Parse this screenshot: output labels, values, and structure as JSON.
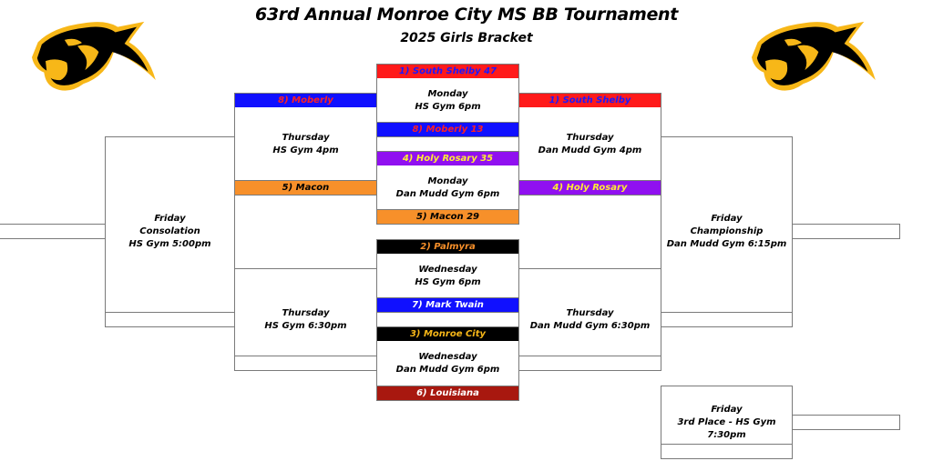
{
  "header": {
    "title": "63rd Annual Monroe City MS BB Tournament",
    "subtitle": "2025 Girls Bracket"
  },
  "logos": [
    {
      "name": "panther-logo",
      "colors": {
        "primary": "#000000",
        "accent": "#f7b718"
      }
    },
    {
      "name": "panther-logo",
      "colors": {
        "primary": "#000000",
        "accent": "#f7b718"
      }
    }
  ],
  "games": {
    "g1": {
      "top": {
        "label": "1) South Shelby  47",
        "bg": "#ff1a1a",
        "fg": "#1a1aff"
      },
      "day": "Monday",
      "venue": "HS Gym 6pm",
      "bottom": {
        "label": "8) Moberly   13",
        "bg": "#1010ff",
        "fg": "#ff2020"
      }
    },
    "g2": {
      "top": {
        "label": "4) Holy Rosary  35",
        "bg": "#9010f0",
        "fg": "#ffee33"
      },
      "day": "Monday",
      "venue": "Dan Mudd Gym 6pm",
      "bottom": {
        "label": "5) Macon  29",
        "bg": "#f7902a",
        "fg": "#000000"
      }
    },
    "g3": {
      "top": {
        "label": "2) Palmyra",
        "bg": "#000000",
        "fg": "#f7902a"
      },
      "day": "Wednesday",
      "venue": "HS Gym 6pm",
      "bottom": {
        "label": "7) Mark Twain",
        "bg": "#1010ff",
        "fg": "#ffffff"
      }
    },
    "g4": {
      "top": {
        "label": "3) Monroe City",
        "bg": "#000000",
        "fg": "#f7b718"
      },
      "day": "Wednesday",
      "venue": "Dan Mudd Gym 6pm",
      "bottom": {
        "label": "6) Louisiana",
        "bg": "#a8180f",
        "fg": "#ffffff"
      }
    },
    "consol_top": {
      "top": {
        "label": "8) Moberly",
        "bg": "#1010ff",
        "fg": "#ff2020"
      },
      "day": "Thursday",
      "venue": "HS Gym 4pm",
      "bottom": {
        "label": "5) Macon",
        "bg": "#f7902a",
        "fg": "#000000"
      }
    },
    "semi_top": {
      "top": {
        "label": "1) South Shelby",
        "bg": "#ff1a1a",
        "fg": "#1a1aff"
      },
      "day": "Thursday",
      "venue": "Dan Mudd Gym 4pm",
      "bottom": {
        "label": "4) Holy Rosary",
        "bg": "#9010f0",
        "fg": "#ffee33"
      }
    },
    "consol_bottom": {
      "top": {
        "label": ""
      },
      "day": "Thursday",
      "venue": "HS Gym 6:30pm",
      "bottom": {
        "label": ""
      }
    },
    "semi_bottom": {
      "top": {
        "label": ""
      },
      "day": "Thursday",
      "venue": "Dan Mudd Gym 6:30pm",
      "bottom": {
        "label": ""
      }
    },
    "consolation": {
      "line1": "Friday",
      "line2": "Consolation",
      "line3": "HS Gym 5:00pm",
      "top": {
        "label": ""
      },
      "bottom": {
        "label": ""
      },
      "winner": {
        "label": ""
      }
    },
    "championship": {
      "line1": "Friday",
      "line2": "Championship",
      "line3": "Dan Mudd Gym 6:15pm",
      "top": {
        "label": ""
      },
      "bottom": {
        "label": ""
      },
      "winner": {
        "label": ""
      }
    },
    "third_place": {
      "line1": "Friday",
      "line2": "3rd Place - HS Gym",
      "line3": "7:30pm",
      "top": {
        "label": ""
      },
      "bottom": {
        "label": ""
      },
      "winner": {
        "label": ""
      }
    }
  }
}
